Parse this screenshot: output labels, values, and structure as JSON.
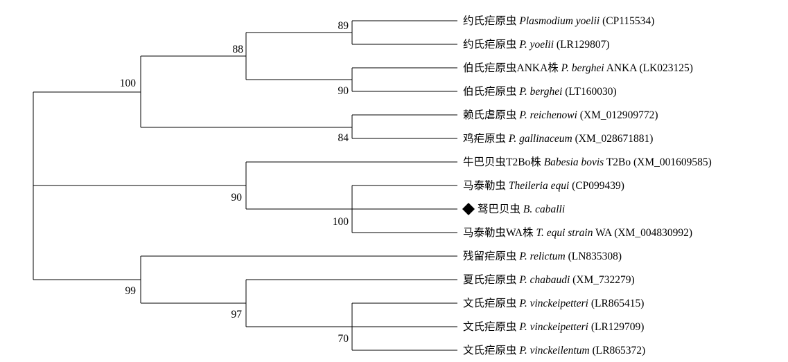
{
  "tree": {
    "leaves": [
      {
        "cn": "约氏疟原虫",
        "sp": "Plasmodium yoelii",
        "tail": "(CP115534)",
        "marker": false
      },
      {
        "cn": "约氏疟原虫",
        "sp": "P. yoelii",
        "tail": "(LR129807)",
        "marker": false
      },
      {
        "cn": "伯氏疟原虫ANKA株",
        "sp": "P. berghei",
        "tail": "ANKA (LK023125)",
        "marker": false
      },
      {
        "cn": "伯氏疟原虫",
        "sp": "P. berghei",
        "tail": "(LT160030)",
        "marker": false
      },
      {
        "cn": "赖氏虐原虫",
        "sp": "P. reichenowi",
        "tail": "(XM_012909772)",
        "marker": false
      },
      {
        "cn": "鸡疟原虫",
        "sp": "P. gallinaceum",
        "tail": "(XM_028671881)",
        "marker": false
      },
      {
        "cn": "牛巴贝虫T2Bo株",
        "sp": "Babesia bovis",
        "tail": "T2Bo (XM_001609585)",
        "marker": false
      },
      {
        "cn": "马泰勒虫",
        "sp": "Theileria equi",
        "tail": "(CP099439)",
        "marker": false
      },
      {
        "cn": "驽巴贝虫",
        "sp": "B. caballi",
        "tail": "",
        "marker": true
      },
      {
        "cn": "马泰勒虫WA株",
        "sp": "T. equi strain",
        "tail": "WA (XM_004830992)",
        "marker": false
      },
      {
        "cn": "残留疟原虫",
        "sp": "P. relictum",
        "tail": "(LN835308)",
        "marker": false
      },
      {
        "cn": "夏氏疟原虫",
        "sp": "P. chabaudi",
        "tail": "(XM_732279)",
        "marker": false
      },
      {
        "cn": "文氏疟原虫",
        "sp": "P. vinckeipetteri",
        "tail": "(LR865415)",
        "marker": false
      },
      {
        "cn": "文氏疟原虫",
        "sp": "P. vinckeipetteri",
        "tail": "(LR129709)",
        "marker": false
      },
      {
        "cn": "文氏疟原虫",
        "sp": "P. vinckeilentum",
        "tail": "(LR865372)",
        "marker": false
      }
    ],
    "bootstrap": {
      "n89": "89",
      "n90a": "90",
      "n88": "88",
      "n84": "84",
      "n100a": "100",
      "n100b": "100",
      "n90b": "90",
      "n70": "70",
      "n97": "97",
      "n99": "99"
    },
    "marker_icon": "filled-diamond-icon"
  }
}
